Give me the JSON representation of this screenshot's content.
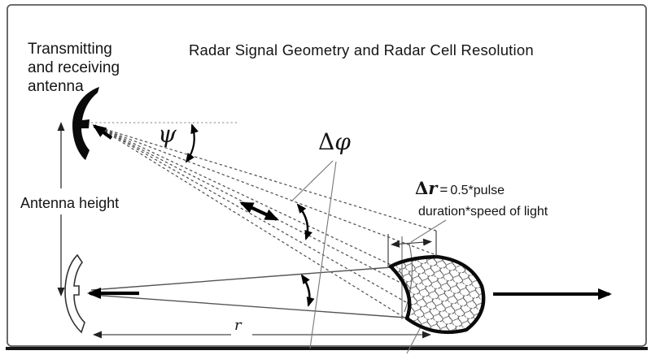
{
  "title": "Radar Signal Geometry and Radar Cell Resolution",
  "antenna_label": {
    "lines": [
      "Transmitting",
      "and receiving",
      "antenna"
    ]
  },
  "antenna_height_label": "Antenna height",
  "angles": {
    "psi": "ψ",
    "delta": "Δ",
    "phi": "φ"
  },
  "formula": {
    "delta": "Δ",
    "r_var": "r",
    "equals": "=",
    "value": "0.5*pulse",
    "line2": "duration*speed of light"
  },
  "range_label": "r",
  "graphics": [
    "top-antenna-icon",
    "bottom-antenna-icon",
    "radar-cell",
    "radar-cell-hatch",
    "received-signal-arrow",
    "echo-signal-arrow",
    "pulse-travel-arrow",
    "propagation-arrow",
    "psi-angle-arc",
    "delta-phi-arc-upper",
    "delta-phi-arc-lower",
    "antenna-height-arrow",
    "range-arrow",
    "delta-r-extent-arrow",
    "beam-dashed-lines",
    "lower-beam-lines",
    "horizontal-reference-line"
  ],
  "colors": {
    "ink": "#141414",
    "thin_line": "#555555",
    "dashed_beam": "#4d4d4d",
    "dotted_reference": "#9a9a9a",
    "pointer_line": "#777777",
    "cell_outline": "#0a0a0a",
    "frame_border": "#5a5a5a",
    "frame_bottom": "#161616",
    "background": "#ffffff"
  }
}
